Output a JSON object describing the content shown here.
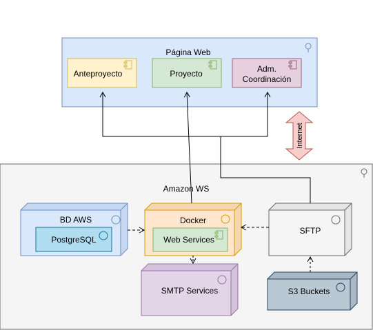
{
  "web_page": {
    "title": "Página Web",
    "anteproyecto": "Anteproyecto",
    "proyecto": "Proyecto",
    "adm_line1": "Adm.",
    "adm_line2": "Coordinación"
  },
  "internet_label": "Internet",
  "aws": {
    "title": "Amazon WS",
    "bd_aws": "BD AWS",
    "postgresql": "PostgreSQL",
    "docker": "Docker",
    "web_services": "Web Services",
    "sftp": "SFTP",
    "smtp": "SMTP Services",
    "s3": "S3 Buckets"
  },
  "colors": {
    "web_fill": "#dae8fc",
    "web_stroke": "#6c8ebf",
    "yellow_fill": "#fff2cc",
    "yellow_stroke": "#d6b656",
    "green_fill": "#d5e8d4",
    "green_stroke": "#82b366",
    "pink_fill": "#e6d0de",
    "pink_stroke": "#996185",
    "aws_fill": "#f5f5f5",
    "aws_stroke": "#666666",
    "postgres_fill": "#b1ddf0",
    "postgres_stroke": "#10739e",
    "docker_fill": "#ffe6cc",
    "docker_stroke": "#d79b00",
    "smtp_fill": "#e1d5e7",
    "smtp_stroke": "#9673a6",
    "s3_fill": "#bac8d3",
    "s3_stroke": "#23445d",
    "internet_fill": "#f8cecc",
    "internet_stroke": "#b85450"
  }
}
